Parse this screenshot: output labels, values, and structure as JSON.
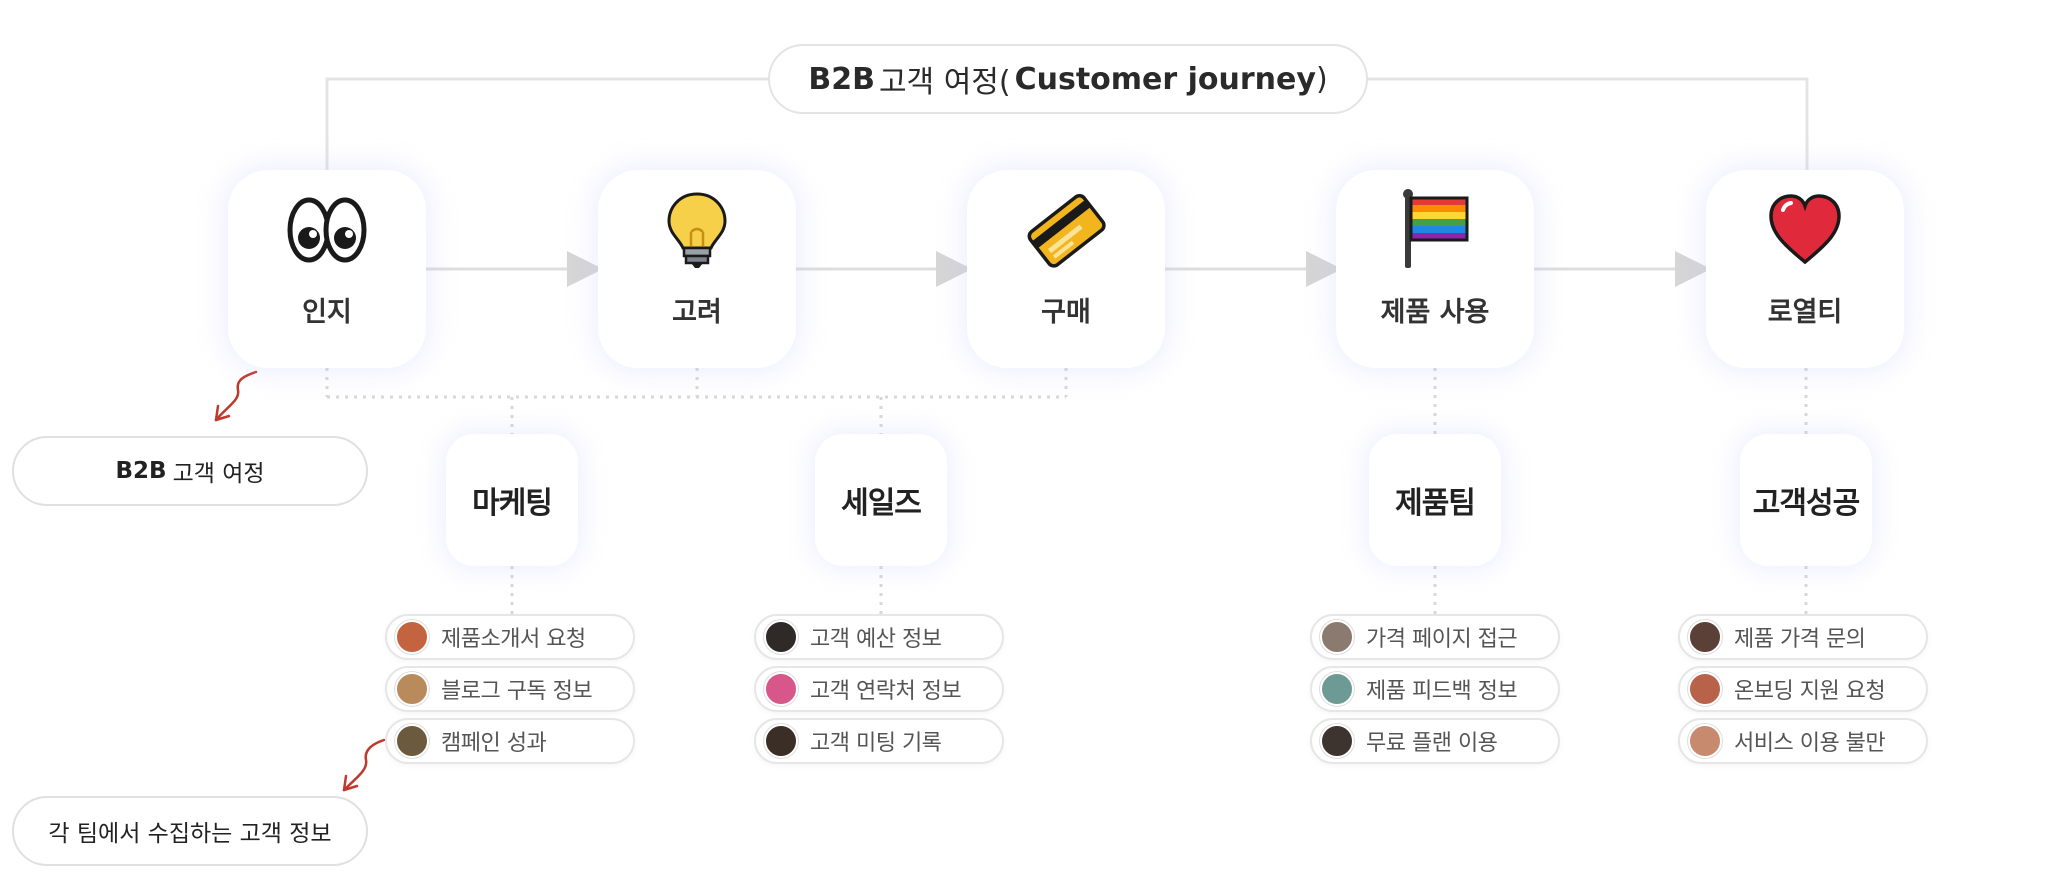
{
  "title": {
    "bold_prefix": "B2B",
    "middle": "고객 여정(",
    "bold_suffix": "Customer journey",
    "close": ")"
  },
  "stages": [
    {
      "label": "인지",
      "icon": "eyes-icon"
    },
    {
      "label": "고려",
      "icon": "light-bulb-icon"
    },
    {
      "label": "구매",
      "icon": "credit-card-icon"
    },
    {
      "label": "제품 사용",
      "icon": "rainbow-flag-icon"
    },
    {
      "label": "로열티",
      "icon": "heart-icon"
    }
  ],
  "teams": [
    {
      "label": "마케팅",
      "items": [
        {
          "text": "제품소개서 요청",
          "avatar_color": "#c4633f"
        },
        {
          "text": "블로그 구독 정보",
          "avatar_color": "#b98a5c"
        },
        {
          "text": "캠페인 성과",
          "avatar_color": "#6b5a3e"
        }
      ]
    },
    {
      "label": "세일즈",
      "items": [
        {
          "text": "고객 예산 정보",
          "avatar_color": "#2f2a28"
        },
        {
          "text": "고객 연락처 정보",
          "avatar_color": "#d8578a"
        },
        {
          "text": "고객 미팅 기록",
          "avatar_color": "#3a2e26"
        }
      ]
    },
    {
      "label": "제품팀",
      "items": [
        {
          "text": "가격 페이지 접근",
          "avatar_color": "#8a7a70"
        },
        {
          "text": "제품 피드백 정보",
          "avatar_color": "#6e9a96"
        },
        {
          "text": "무료 플랜 이용",
          "avatar_color": "#3d3430"
        }
      ]
    },
    {
      "label": "고객성공",
      "items": [
        {
          "text": "제품 가격 문의",
          "avatar_color": "#5b4038"
        },
        {
          "text": "온보딩 지원 요청",
          "avatar_color": "#b8624a"
        },
        {
          "text": "서비스 이용 불만",
          "avatar_color": "#c78a6e"
        }
      ]
    }
  ],
  "annotations": {
    "journey_bold": "B2B",
    "journey_rest": "고객 여정",
    "teams_info": "각 팀에서 수집하는 고객 정보"
  },
  "colors": {
    "connector": "#e2e2e2",
    "arrow": "#c0392b",
    "heart": "#e02a3c",
    "card": "#f2b51d",
    "bulb": "#f7d04a"
  }
}
